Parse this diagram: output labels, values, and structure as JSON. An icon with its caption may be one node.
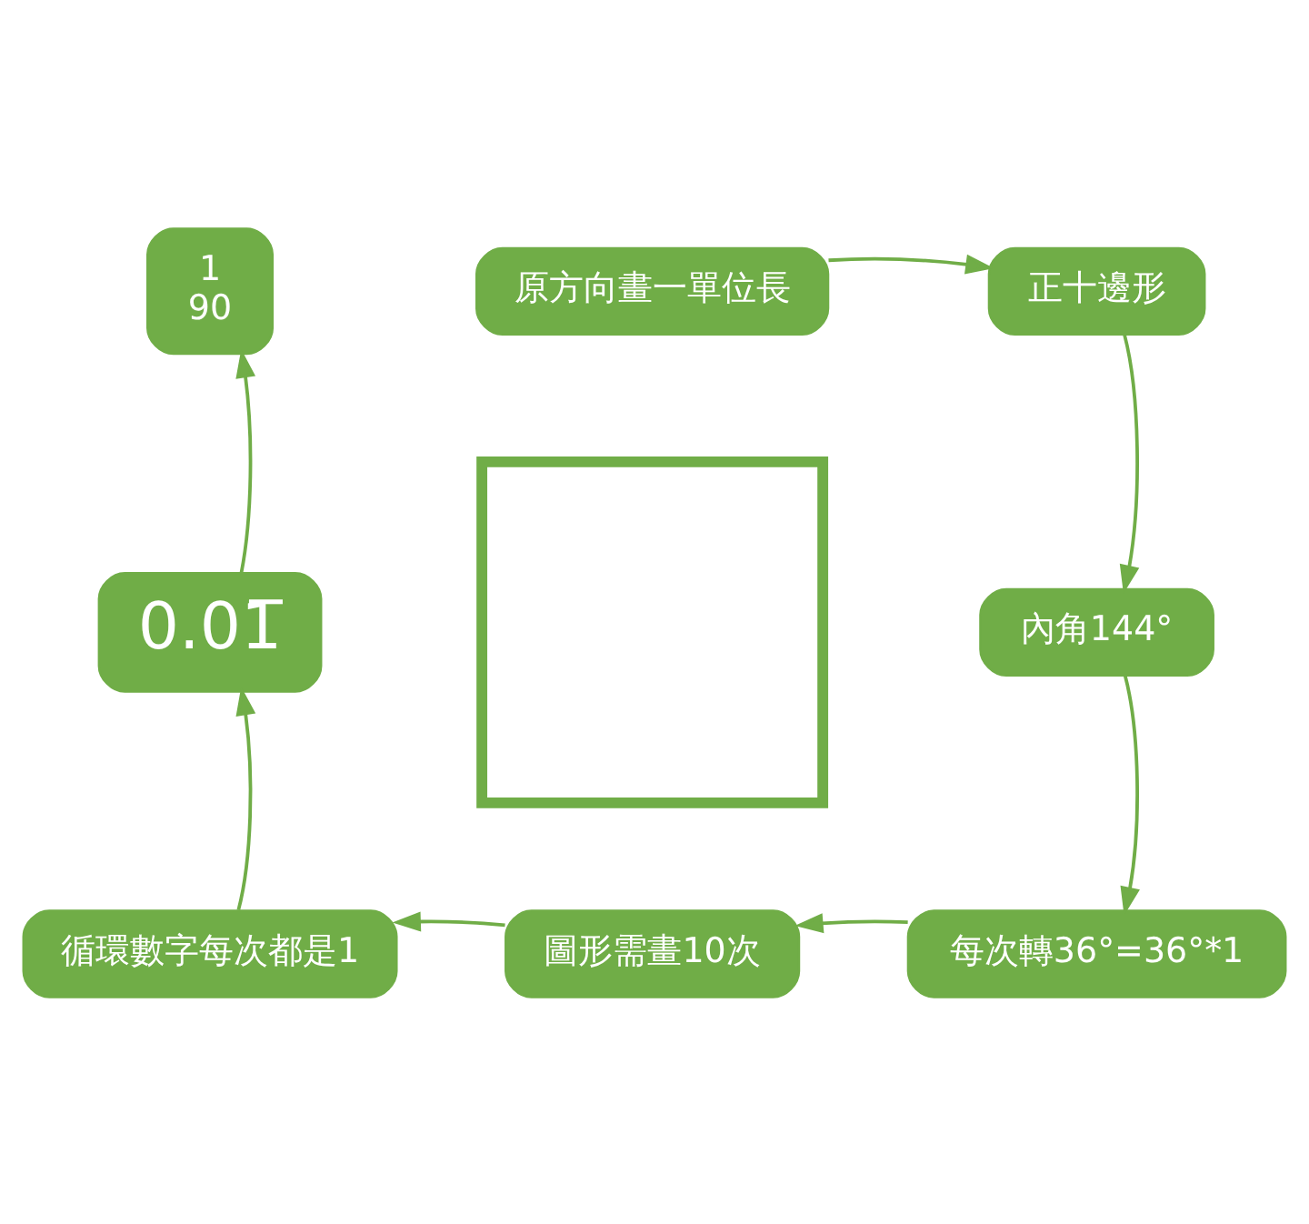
{
  "diagram": {
    "nodes": [
      {
        "text": [
          "原方向畫一單位長"
        ]
      },
      {
        "text": [
          "正十邊形"
        ]
      },
      {
        "text": [
          "內角144°"
        ]
      },
      {
        "text": [
          "每次轉36°=36°*1"
        ]
      },
      {
        "text": [
          "圖形需畫10次"
        ]
      },
      {
        "text": [
          "循環數字每次都是1"
        ]
      },
      {
        "text": [
          "0.01̅"
        ]
      },
      {
        "text": [
          "1",
          "90"
        ]
      },
      {
        "text": [],
        "shape": "box"
      }
    ],
    "edges": [
      {
        "from": 0,
        "to": 1,
        "arrow": "to"
      },
      {
        "from": 1,
        "to": 2,
        "arrow": "to"
      },
      {
        "from": 2,
        "to": 3,
        "arrow": "to"
      },
      {
        "from": 3,
        "to": 4,
        "arrow": "to"
      },
      {
        "from": 4,
        "to": 5,
        "arrow": "to"
      },
      {
        "from": 5,
        "to": 6,
        "arrow": "to"
      },
      {
        "from": 6,
        "to": 7,
        "arrow": "to"
      }
    ]
  }
}
